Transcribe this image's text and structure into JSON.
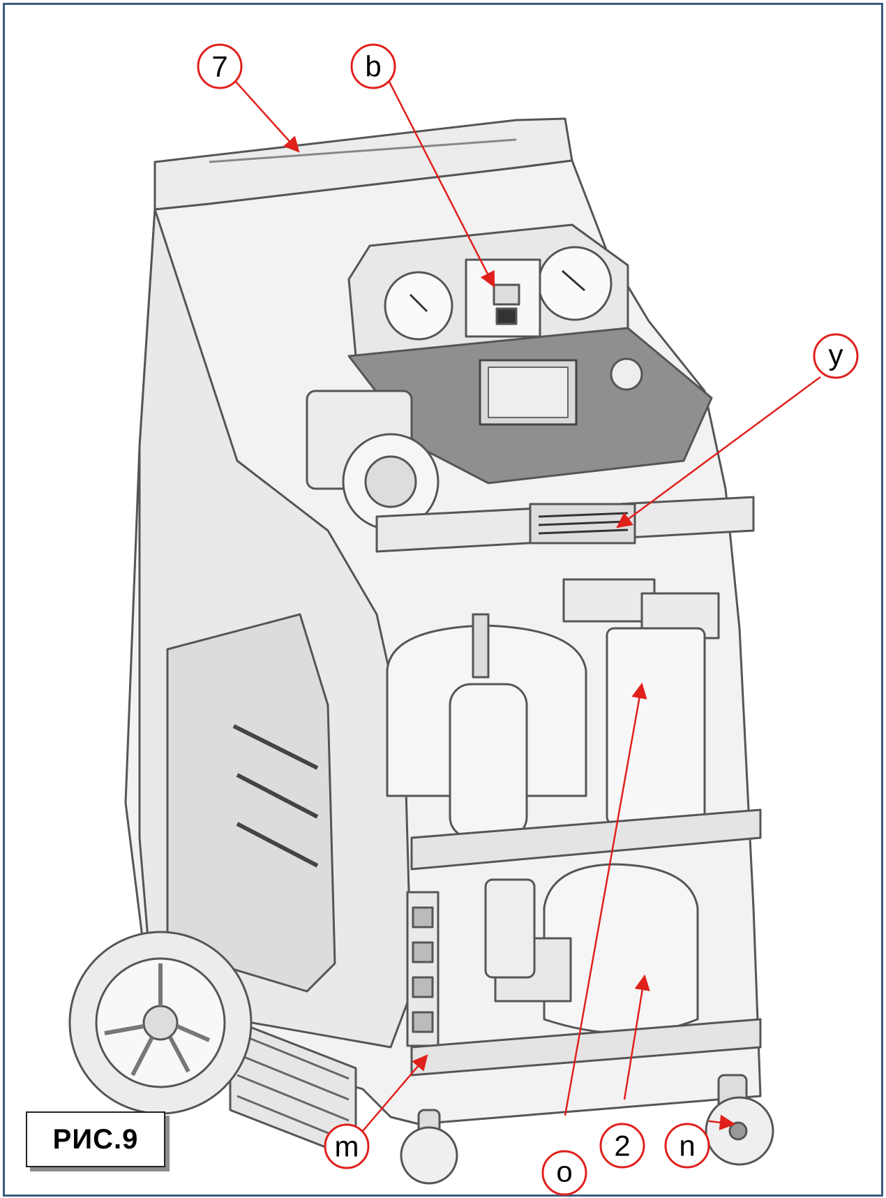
{
  "figure": {
    "label": "РИС.9",
    "accent_color": "#e0201b",
    "frame_color": "#3d5a80",
    "line_color": "#555555"
  },
  "callouts": {
    "handle": "7",
    "connector_panel": "b",
    "heater_block": "y",
    "valve_block": "m",
    "filter_tank": "o",
    "compressor": "2",
    "caster_wheel": "n"
  }
}
